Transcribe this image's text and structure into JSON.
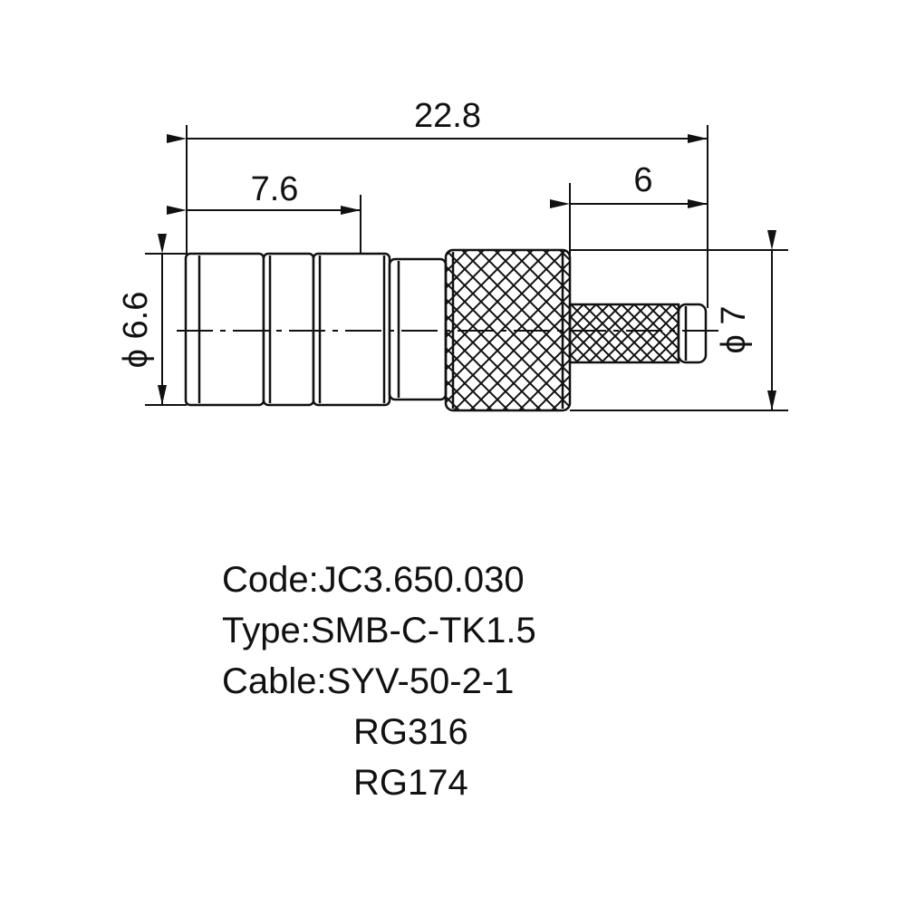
{
  "dimensions": {
    "overall_length": "22.8",
    "front_section_length": "7.6",
    "crimp_tail_length": "6",
    "body_diameter": "6.6",
    "nut_diameter": "7",
    "diameter_symbol": "ϕ"
  },
  "spec": {
    "code": "Code:JC3.650.030",
    "type": "Type:SMB-C-TK1.5",
    "cable": "Cable:SYV-50-2-1",
    "cable_alt_1": "RG316",
    "cable_alt_2": "RG174"
  },
  "colors": {
    "line": "#111111",
    "background": "#ffffff"
  }
}
